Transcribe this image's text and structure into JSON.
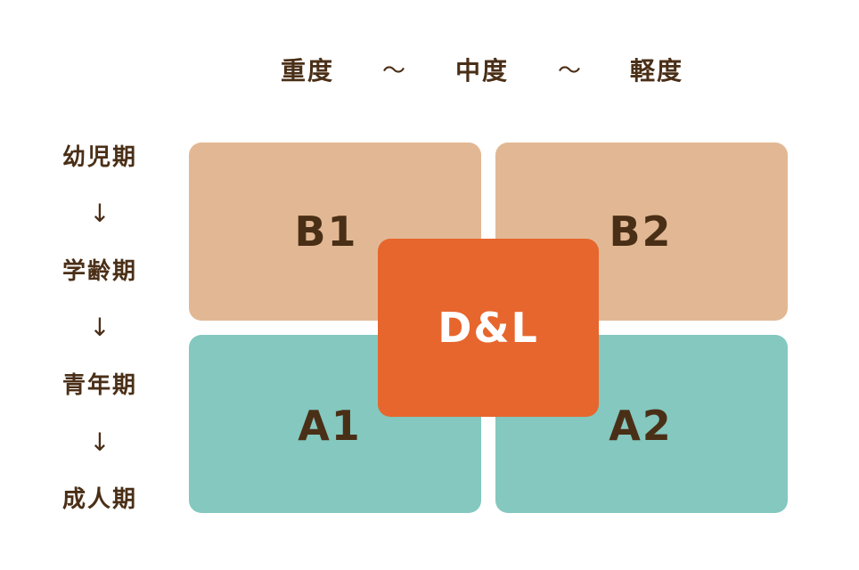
{
  "columns": {
    "severe": "重度",
    "moderate": "中度",
    "mild": "軽度",
    "separator_1": "～",
    "separator_2": "～"
  },
  "stages": {
    "infancy": "幼児期",
    "school_age": "学齢期",
    "adolescence": "青年期",
    "adulthood": "成人期",
    "arrow_1": "↓",
    "arrow_2": "↓",
    "arrow_3": "↓"
  },
  "blocks": {
    "b1": "B1",
    "b2": "B2",
    "a1": "A1",
    "a2": "A2",
    "center": "D&L"
  },
  "colors": {
    "text": "#4a2f17",
    "b_blocks": "#e2b894",
    "a_blocks": "#84c8bf",
    "center_block": "#e7662d",
    "center_text": "#ffffff"
  }
}
